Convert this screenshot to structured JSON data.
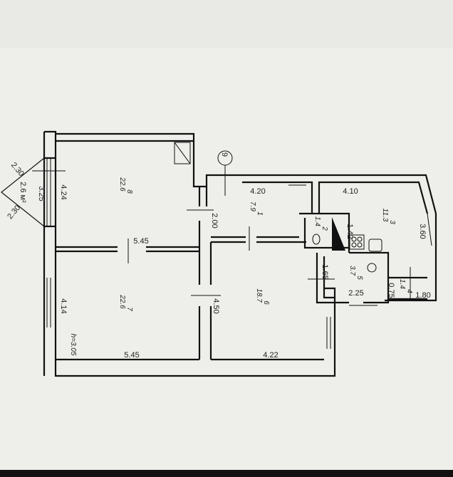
{
  "plan": {
    "axis_marker": "9",
    "ceiling_height": "h=3.05",
    "balcony": {
      "area": "2.6 м²",
      "side_a": "2.30",
      "side_b": "2.30",
      "width": "3.25"
    },
    "rooms": [
      {
        "number": "8",
        "area": "22.6"
      },
      {
        "number": "7",
        "area": "22.6"
      },
      {
        "number": "6",
        "area": "18.7"
      },
      {
        "number": "1",
        "area": "7.9"
      },
      {
        "number": "2",
        "area": "1.4"
      },
      {
        "number": "3",
        "area": "11.3"
      },
      {
        "number": "5",
        "area": "3.7"
      },
      {
        "number": "4",
        "area": "1.4"
      }
    ],
    "dimensions": {
      "r8_height": "4.24",
      "r8_width": "5.45",
      "r7_height": "4.14",
      "r7_width": "5.45",
      "r6_height": "4.50",
      "r6_width": "4.22",
      "r1_width": "4.20",
      "r1_height": "2.00",
      "r3_width": "4.10",
      "r3_height": "3.60",
      "r2_height": "1.42",
      "r5_height": "1.65",
      "r5_width": "2.25",
      "r4_height": "0.75",
      "r4_width": "1.80"
    }
  }
}
